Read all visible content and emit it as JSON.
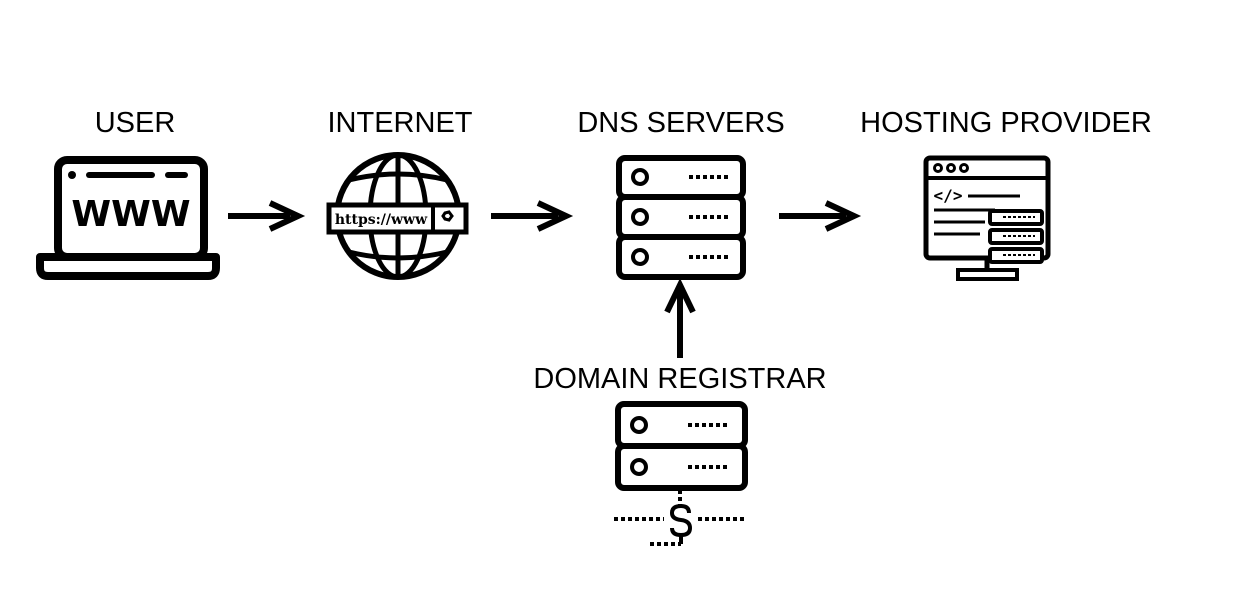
{
  "nodes": {
    "user": {
      "label": "USER",
      "icon": "laptop-www-icon",
      "screen_text": "WWW"
    },
    "internet": {
      "label": "INTERNET",
      "icon": "globe-icon",
      "url_text": "https://www"
    },
    "dns": {
      "label": "DNS SERVERS",
      "icon": "server-stack-icon"
    },
    "hosting": {
      "label": "HOSTING PROVIDER",
      "icon": "web-hosting-monitor-icon",
      "code_text": "</>"
    },
    "registrar": {
      "label": "DOMAIN REGISTRAR",
      "icon": "server-dollar-icon"
    }
  },
  "colors": {
    "stroke": "#000000",
    "background": "#ffffff"
  }
}
